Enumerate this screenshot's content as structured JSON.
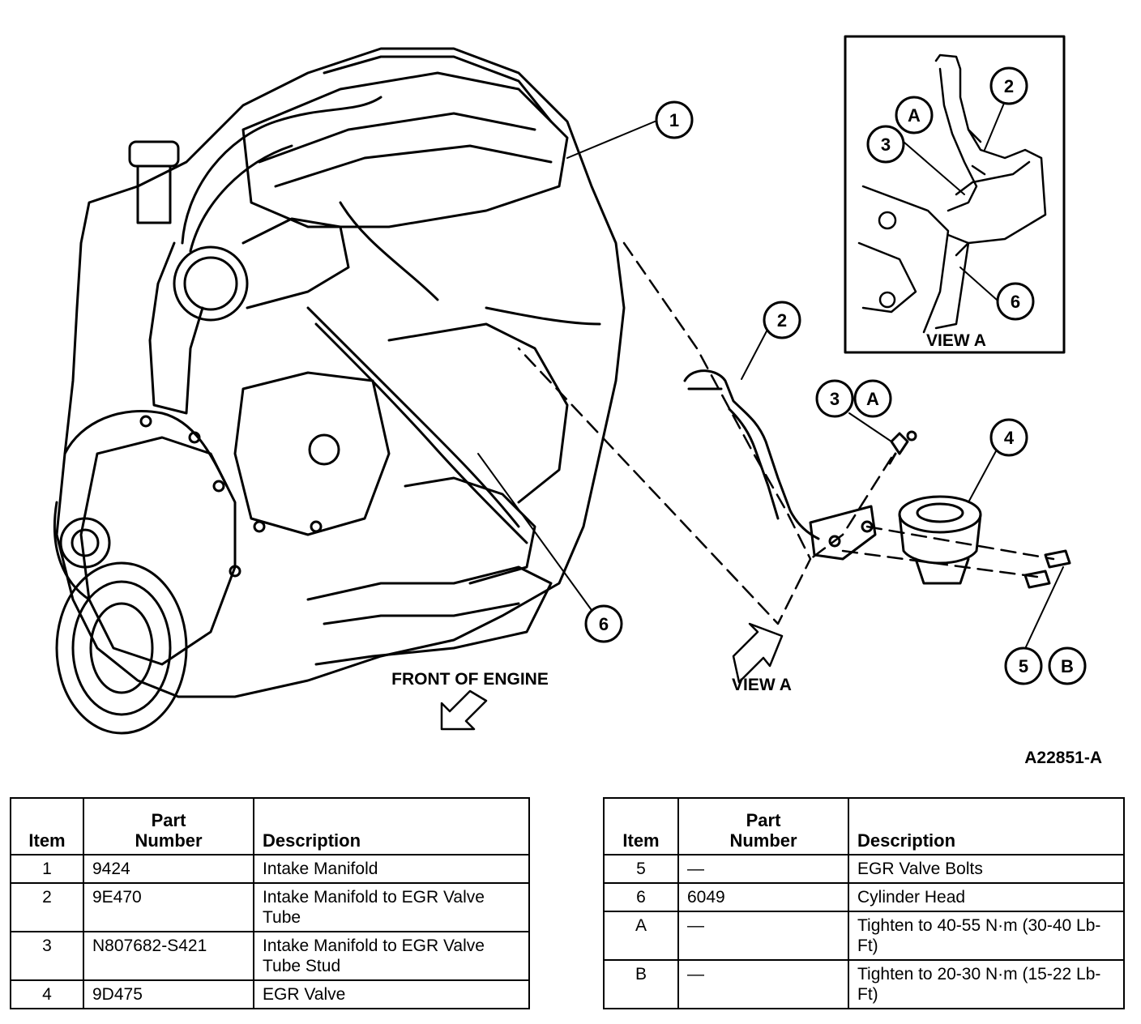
{
  "diagram": {
    "figure_id": "A22851-A",
    "front_of_engine_label": "FRONT OF ENGINE",
    "view_a_label": "VIEW A",
    "inset_view_label": "VIEW A",
    "callouts": {
      "c1": "1",
      "c2": "2",
      "c3": "3",
      "cA": "A",
      "c4": "4",
      "c5": "5",
      "cB": "B",
      "c6": "6",
      "inset_c2": "2",
      "inset_cA": "A",
      "inset_c3": "3",
      "inset_c6": "6"
    }
  },
  "table_left": {
    "headers": {
      "item": "Item",
      "part_line1": "Part",
      "part_line2": "Number",
      "description": "Description"
    },
    "rows": [
      {
        "item": "1",
        "part": "9424",
        "description": "Intake Manifold"
      },
      {
        "item": "2",
        "part": "9E470",
        "description": "Intake Manifold to EGR Valve Tube"
      },
      {
        "item": "3",
        "part": "N807682-S421",
        "description": "Intake Manifold to EGR Valve Tube Stud"
      },
      {
        "item": "4",
        "part": "9D475",
        "description": "EGR Valve"
      }
    ]
  },
  "table_right": {
    "headers": {
      "item": "Item",
      "part_line1": "Part",
      "part_line2": "Number",
      "description": "Description"
    },
    "rows": [
      {
        "item": "5",
        "part": "—",
        "description": "EGR Valve Bolts"
      },
      {
        "item": "6",
        "part": "6049",
        "description": "Cylinder Head"
      },
      {
        "item": "A",
        "part": "—",
        "description": "Tighten to 40-55 N·m (30-40 Lb-Ft)"
      },
      {
        "item": "B",
        "part": "—",
        "description": "Tighten to 20-30 N·m (15-22 Lb-Ft)"
      }
    ]
  }
}
